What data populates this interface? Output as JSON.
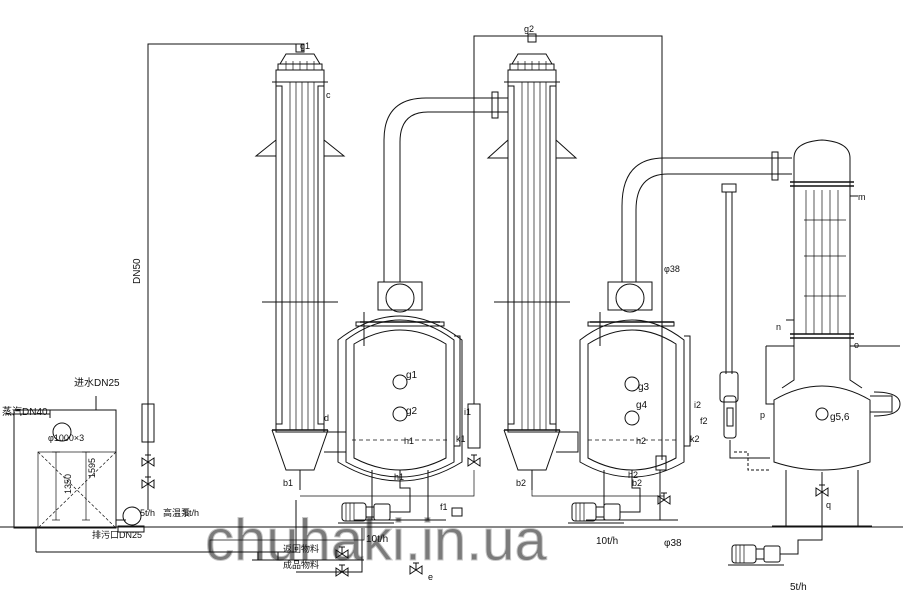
{
  "labels": {
    "g1": "g1",
    "g2": "g2",
    "c": "c",
    "d": "d",
    "b1": "b1",
    "b2": "b2",
    "dn50": "DN50",
    "water_in": "进水DN25",
    "steam_in": "蒸汽DN40",
    "dim_total": "φ1000×3",
    "dim_1350": "1350",
    "dim_1595": "1595",
    "drain": "排污口DN25",
    "pump_rate_left": "5t/h",
    "pump_left_label": "高温泵",
    "rate_left": "5t/h",
    "q1": "g1",
    "q2": "g2",
    "h1": "h1",
    "h1b": "h1",
    "k1": "k1",
    "i1": "i1",
    "f1": "f1",
    "return_material": "返回物料",
    "finished_material": "成品物料",
    "e": "e",
    "rate_10t_1": "10t/h",
    "g3": "g3",
    "g4": "g4",
    "h2": "h2",
    "h2b": "h2",
    "i2": "i2",
    "k2": "k2",
    "b2b": "b2",
    "phi38_top": "φ38",
    "phi38_bottom": "φ38",
    "rate_10t_2": "10t/h",
    "m": "m",
    "n": "n",
    "o": "o",
    "p": "p",
    "g56": "g5,6",
    "q": "q",
    "rate_5t": "5t/h",
    "f2": "f2",
    "watermark": "chuhaki.in.ua"
  },
  "icons": {
    "valve": "butterfly-valve-icon",
    "pump": "centrifugal-pump-icon",
    "sight_glass": "sight-glass-icon",
    "flowmeter": "rotameter-icon"
  },
  "colors": {
    "line": "#111111",
    "insulation": "#555555",
    "watermark": "#9a9a9a"
  }
}
